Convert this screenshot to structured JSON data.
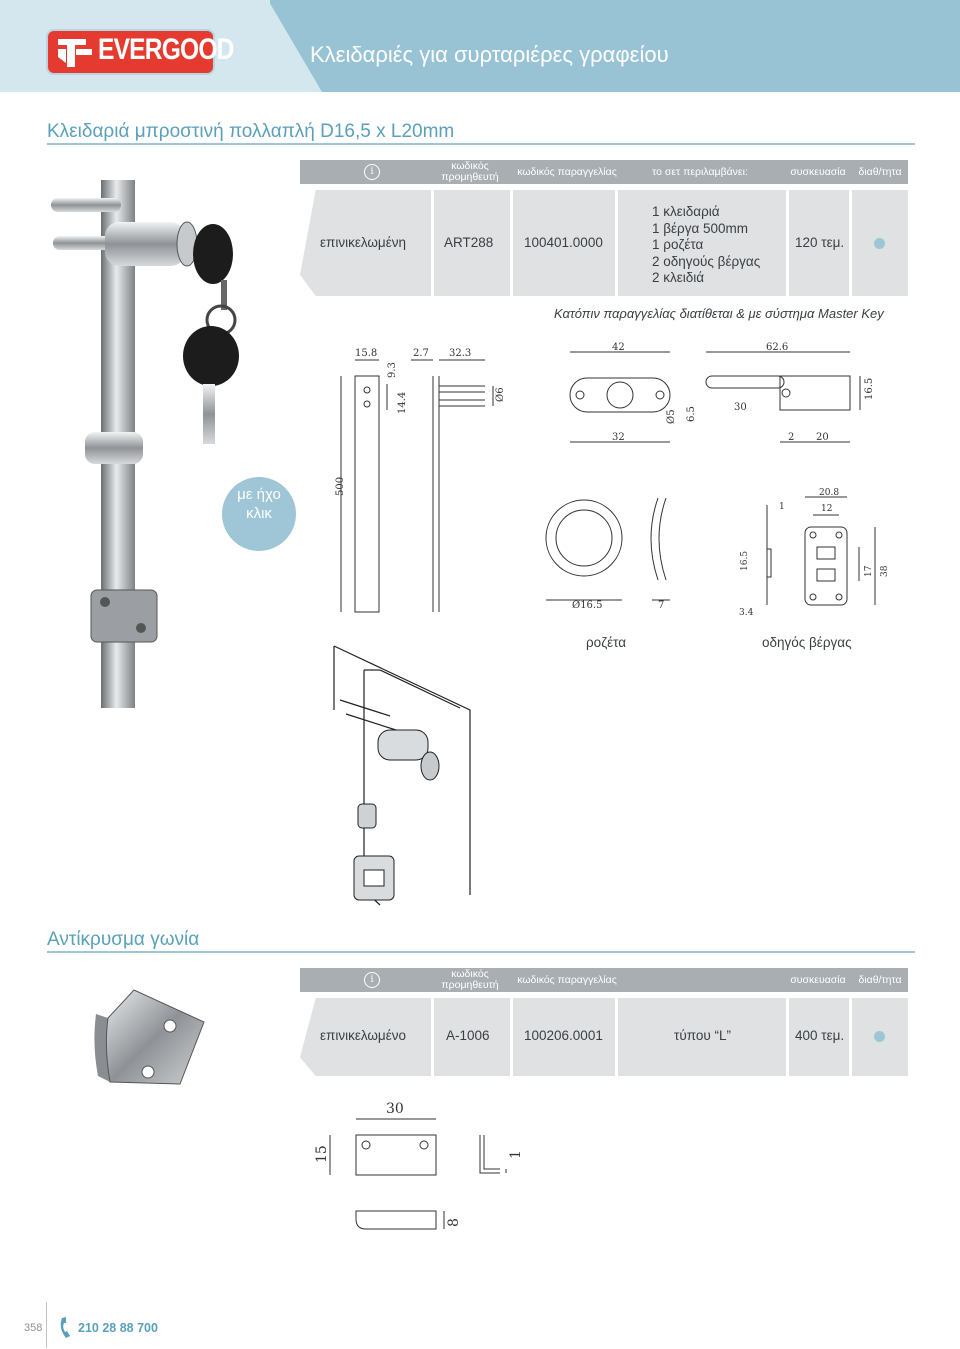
{
  "header": {
    "brand": "EVERGOOD",
    "title": "Κλειδαριές για συρταριέρες γραφείου"
  },
  "product1": {
    "title": "Κλειδαριά μπροστινή πολλαπλή D16,5 x L20mm",
    "headers": {
      "info": "i",
      "supplier_code": "κωδικός προμηθευτή",
      "order_code": "κωδικός παραγγελίας",
      "set_includes": "το σετ περιλαμβάνει:",
      "packaging": "συσκευασία",
      "availability": "διαθ/τητα"
    },
    "row": {
      "finish": "επινικελωμένη",
      "supplier_code": "ART288",
      "order_code": "100401.0000",
      "set_items": [
        "1 κλειδαριά",
        "1 βέργα 500mm",
        "1 ροζέτα",
        "2 οδηγούς βέργας",
        "2 κλειδιά"
      ],
      "packaging": "120 τεμ."
    },
    "note": "Κατόπιν παραγγελίας διατίθεται & με σύστημα Master Key",
    "badge": [
      "με ήχο",
      "κλικ"
    ],
    "captions": {
      "rosette": "ροζέτα",
      "rod_guide": "οδηγός βέργας"
    },
    "dims": {
      "rod": [
        "15.8",
        "9.3",
        "2.7",
        "32.3",
        "14.4",
        "Ø6",
        "500"
      ],
      "lock": [
        "42",
        "62.6",
        "Ø5",
        "6.5",
        "30",
        "16.5",
        "32",
        "2",
        "20"
      ],
      "rosette": [
        "Ø16.5",
        "7"
      ],
      "guide": [
        "20.8",
        "12",
        "1",
        "16.5",
        "17",
        "38",
        "3.4"
      ]
    }
  },
  "product2": {
    "title": "Αντίκρυσμα γωνία",
    "headers": {
      "info": "i",
      "supplier_code": "κωδικός προμηθευτή",
      "order_code": "κωδικός παραγγελίας",
      "packaging": "συσκευασία",
      "availability": "διαθ/τητα"
    },
    "row": {
      "finish": "επινικελωμένο",
      "supplier_code": "A-1006",
      "order_code": "100206.0001",
      "type": "τύπου “L”",
      "packaging": "400 τεμ."
    },
    "dims": [
      "30",
      "15",
      "1",
      "8"
    ]
  },
  "footer": {
    "page": "358",
    "phone": "210 28 88 700"
  },
  "colors": {
    "accent": "#5aa0bb",
    "header_blue": "#98c3d4",
    "header_light": "#d5e7ee",
    "brand_red": "#e53a2f",
    "table_head": "#a9aeb3",
    "table_cell": "#dfe1e3"
  }
}
